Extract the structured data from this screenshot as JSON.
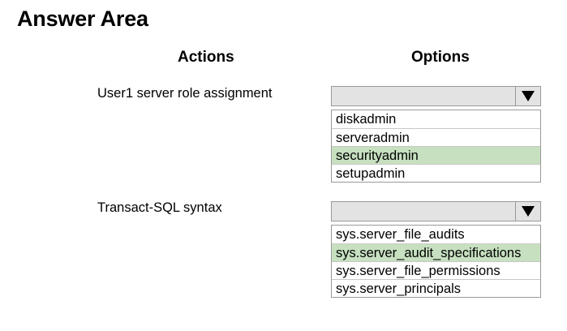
{
  "title": "Answer Area",
  "headers": {
    "actions": "Actions",
    "options": "Options"
  },
  "questions": [
    {
      "label": "User1 server role assignment",
      "options": [
        "diskadmin",
        "serveradmin",
        "securityadmin",
        "setupadmin"
      ],
      "selected": "securityadmin"
    },
    {
      "label": "Transact-SQL syntax",
      "options": [
        "sys.server_file_audits",
        "sys.server_audit_specifications",
        "sys.server_file_permissions",
        "sys.server_principals"
      ],
      "selected": "sys.server_audit_specifications"
    }
  ],
  "colors": {
    "selected_highlight": "#c6e0c0",
    "dropdown_header": "#e3e3e3",
    "border": "#9a9a9a"
  },
  "icons": {
    "dropdown_arrow": "triangle-down-icon"
  }
}
